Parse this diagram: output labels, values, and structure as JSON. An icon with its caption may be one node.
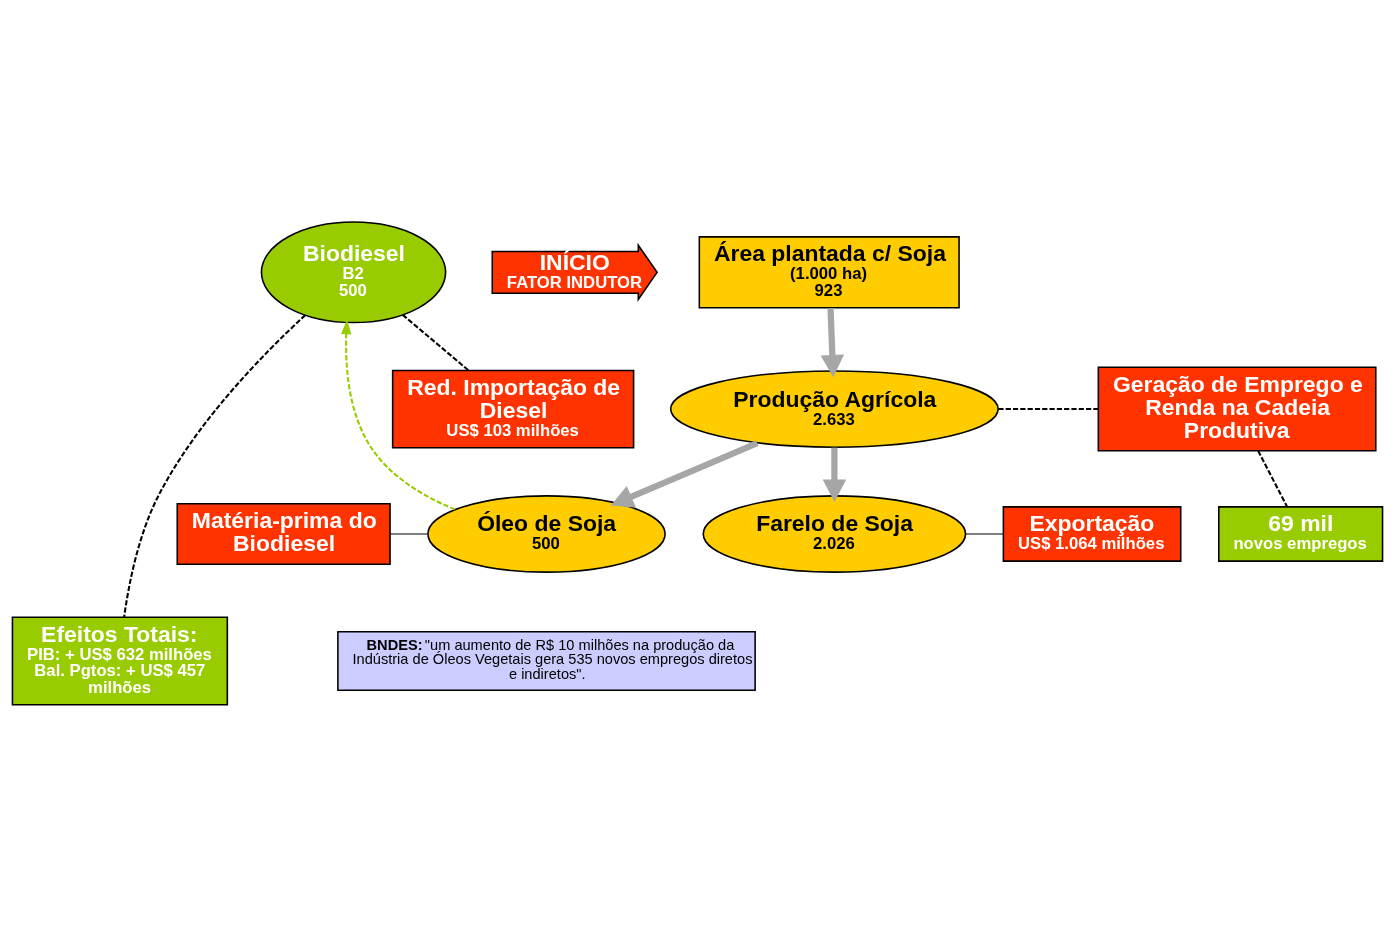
{
  "diagram": {
    "nodes": [
      {
        "text": [
          "Biodiesel",
          "B2",
          "500"
        ]
      },
      {
        "text": [
          "INÍCIO",
          "FATOR INDUTOR"
        ]
      },
      {
        "text": [
          "Área plantada c/ Soja",
          "(1.000 ha)",
          "923"
        ]
      },
      {
        "text": [
          "Red. Importação de Diesel",
          "US$ 103 milhões"
        ]
      },
      {
        "text": [
          "Produção Agrícola",
          "2.633"
        ]
      },
      {
        "text": [
          "Geração de Emprego e Renda na Cadeia Produtiva"
        ]
      },
      {
        "text": [
          "69 mil",
          "novos empregos"
        ]
      },
      {
        "text": [
          "Matéria-prima do Biodiesel"
        ]
      },
      {
        "text": [
          "Óleo de Soja",
          "500"
        ]
      },
      {
        "text": [
          "Farelo de Soja",
          "2.026"
        ]
      },
      {
        "text": [
          "Exportação",
          "US$ 1.064 milhões"
        ]
      },
      {
        "text": [
          "Efeitos Totais:",
          "PIB: + US$ 632 milhões",
          "Bal. Pgtos: + US$ 457 milhões"
        ]
      },
      {
        "text": [
          "**BNDES:** \"um aumento de R$ 10 milhões na produção da Indústria de Óleos Vegetais gera 535 novos empregos diretos e indiretos\"."
        ]
      }
    ],
    "edges": [
      {
        "from": 2,
        "to": 4,
        "arrow": "to",
        "style": "thick",
        "color": "#a6a6a6"
      },
      {
        "from": 4,
        "to": 8,
        "arrow": "to",
        "style": "thick",
        "color": "#a6a6a6"
      },
      {
        "from": 4,
        "to": 9,
        "arrow": "to",
        "style": "thick",
        "color": "#a6a6a6"
      },
      {
        "from": 8,
        "to": 0,
        "arrow": "to",
        "style": "dashed",
        "color": "#99cc00"
      },
      {
        "from": 0,
        "to": 3,
        "arrow": "none",
        "style": "dashed"
      },
      {
        "from": 0,
        "to": 11,
        "arrow": "none",
        "style": "dashed"
      },
      {
        "from": 4,
        "to": 5,
        "arrow": "none",
        "style": "dashed"
      },
      {
        "from": 5,
        "to": 6,
        "arrow": "none",
        "style": "dashed"
      },
      {
        "from": 7,
        "to": 8,
        "arrow": "none"
      },
      {
        "from": 9,
        "to": 10,
        "arrow": "none"
      }
    ]
  }
}
